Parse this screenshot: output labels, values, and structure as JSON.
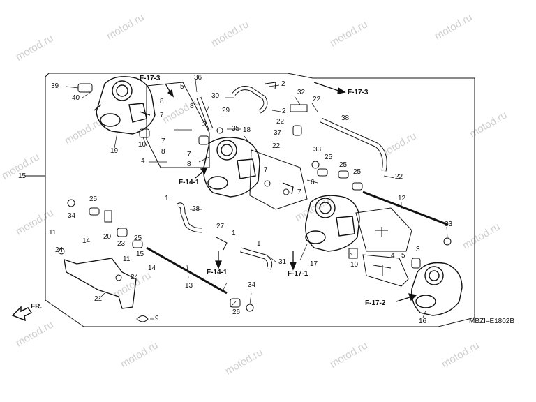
{
  "watermark_text": "motod.ru",
  "diagram_code": "MBZI–E1802B",
  "front_label": "FR.",
  "section_refs": {
    "f17_3_left": "F-17-3",
    "f17_3_right": "F-17-3",
    "f14_1_upper": "F-14-1",
    "f14_1_lower": "F-14-1",
    "f17_1": "F-17-1",
    "f17_2": "F-17-2"
  },
  "part_numbers": {
    "p1a": "1",
    "p1b": "1",
    "p1c": "1",
    "p2a": "2",
    "p2b": "2",
    "p3a": "3",
    "p3b": "3",
    "p4a": "4",
    "p4b": "4",
    "p5a": "5",
    "p5b": "5",
    "p6": "6",
    "p7a": "7",
    "p7b": "7",
    "p7c": "7",
    "p7d": "7",
    "p7e": "7",
    "p8a": "8",
    "p8b": "8",
    "p8c": "8",
    "p8d": "8",
    "p9": "9",
    "p10a": "10",
    "p10b": "10",
    "p11a": "11",
    "p11b": "11",
    "p12": "12",
    "p13": "13",
    "p14a": "14",
    "p14b": "14",
    "p15": "15",
    "p16": "16",
    "p17": "17",
    "p18": "18",
    "p19": "19",
    "p20": "20",
    "p21": "21",
    "p22a": "22",
    "p22b": "22",
    "p22c": "22",
    "p22d": "22",
    "p23": "23",
    "p24a": "24",
    "p24b": "24",
    "p25a": "25",
    "p25b": "25",
    "p25c": "25",
    "p25d": "25",
    "p25e": "25",
    "p26": "26",
    "p27": "27",
    "p28": "28",
    "p29": "29",
    "p30": "30",
    "p31": "31",
    "p32": "32",
    "p33a": "33",
    "p33b": "33",
    "p34a": "34",
    "p34b": "34",
    "p35": "35",
    "p36": "36",
    "p37": "37",
    "p38": "38",
    "p39": "39",
    "p40": "40"
  },
  "colors": {
    "line": "#111111",
    "watermark": "#cfcfcf"
  }
}
